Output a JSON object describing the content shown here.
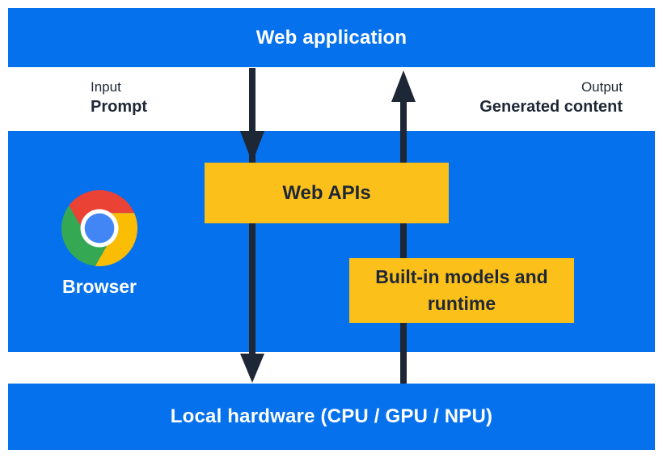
{
  "colors": {
    "blue": "#0571ed",
    "yellow": "#fcc01a",
    "dark": "#1e2736",
    "white": "#ffffff",
    "logo_red": "#ea4335",
    "logo_green": "#34a853",
    "logo_yellow": "#fbbc04",
    "logo_blue": "#4285f4"
  },
  "top_banner": {
    "label": "Web application"
  },
  "flow_labels": {
    "input_caption": "Input",
    "input_value": "Prompt",
    "output_caption": "Output",
    "output_value": "Generated content"
  },
  "browser_section": {
    "browser_label": "Browser",
    "web_apis_label": "Web APIs",
    "builtin_label": "Built-in models and runtime"
  },
  "bottom_banner": {
    "label": "Local hardware (CPU / GPU / NPU)"
  },
  "icons": {
    "chrome_logo": "chrome-browser-logo",
    "down_arrow": "input-flow-arrow",
    "up_arrow": "output-flow-arrow"
  }
}
